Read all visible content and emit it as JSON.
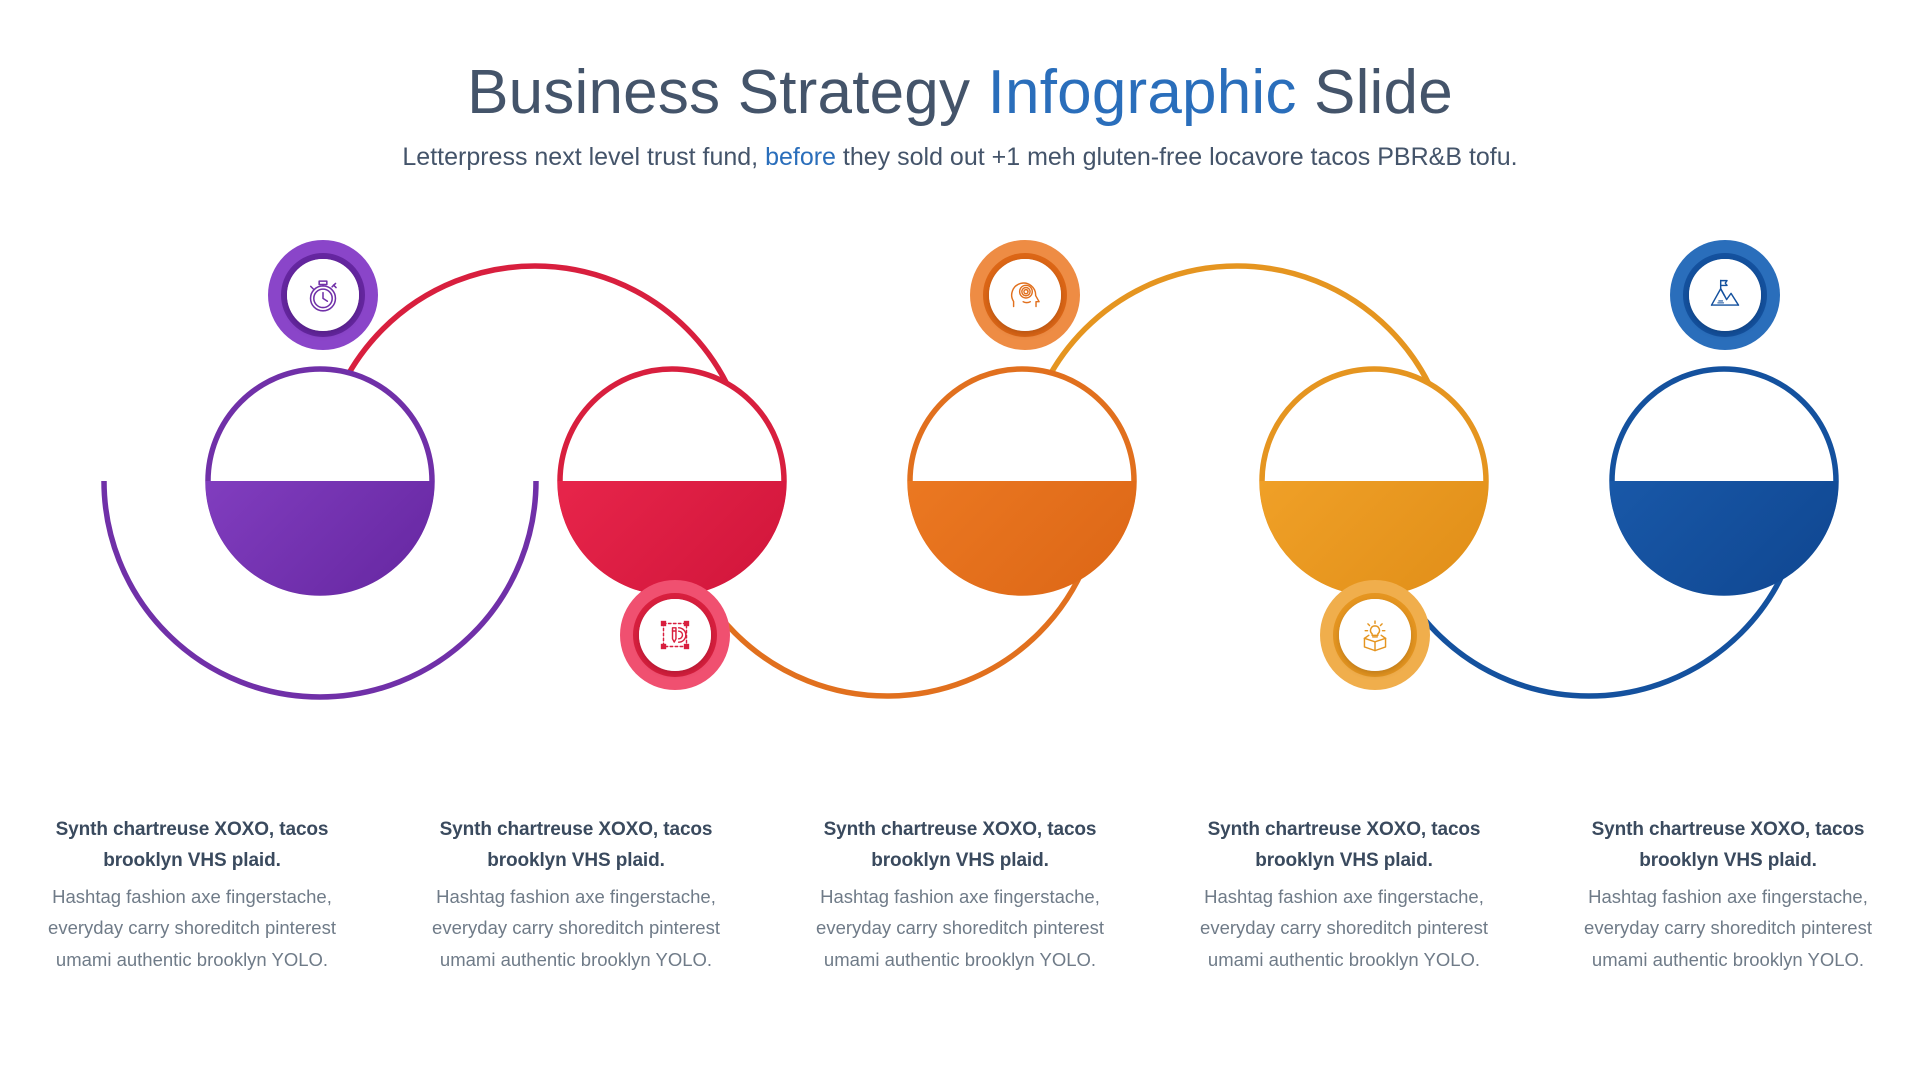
{
  "header": {
    "title_part1": "Business Strategy ",
    "title_accent": "Infographic",
    "title_part2": " Slide",
    "subtitle_part1": "Letterpress next level trust fund, ",
    "subtitle_accent": "before",
    "subtitle_part2": " they sold out +1 meh gluten-free locavore tacos PBR&B tofu."
  },
  "colors": {
    "purple": "#7030A8",
    "purple_light": "#8A45C9",
    "red": "#D81F3E",
    "red_light": "#F05070",
    "orange": "#E1701E",
    "orange_light": "#EE8C44",
    "amber": "#E59520",
    "amber_light": "#F0AE4C",
    "blue": "#14519E",
    "blue_light": "#2A6EBB",
    "text_dark": "#3a4a5e",
    "text_body": "#6f7b88",
    "heading": "#44546a",
    "accent": "#2a6ebb"
  },
  "steps": [
    {
      "id": "step-1",
      "color": "#7030A8",
      "color_light": "#8A45C9",
      "icon": "stopwatch-icon",
      "badge_position": "top",
      "title": "Synth chartreuse XOXO, tacos brooklyn VHS plaid.",
      "body": "Hashtag fashion axe fingerstache, everyday carry shoreditch pinterest umami authentic brooklyn YOLO."
    },
    {
      "id": "step-2",
      "color": "#D81F3E",
      "color_light": "#F05070",
      "icon": "design-pencil-icon",
      "badge_position": "bottom",
      "title": "Synth chartreuse XOXO, tacos brooklyn VHS plaid.",
      "body": "Hashtag fashion axe fingerstache, everyday carry shoreditch pinterest umami authentic brooklyn YOLO."
    },
    {
      "id": "step-3",
      "color": "#E1701E",
      "color_light": "#EE8C44",
      "icon": "mind-head-icon",
      "badge_position": "top",
      "title": "Synth chartreuse XOXO, tacos brooklyn VHS plaid.",
      "body": "Hashtag fashion axe fingerstache, everyday carry shoreditch pinterest umami authentic brooklyn YOLO."
    },
    {
      "id": "step-4",
      "color": "#E59520",
      "color_light": "#F0AE4C",
      "icon": "idea-box-lightbulb-icon",
      "badge_position": "bottom",
      "title": "Synth chartreuse XOXO, tacos brooklyn VHS plaid.",
      "body": "Hashtag fashion axe fingerstache, everyday carry shoreditch pinterest umami authentic brooklyn YOLO."
    },
    {
      "id": "step-5",
      "color": "#14519E",
      "color_light": "#2A6EBB",
      "icon": "mountain-flag-goal-icon",
      "badge_position": "top",
      "title": "Synth chartreuse XOXO, tacos brooklyn VHS plaid.",
      "body": "Hashtag fashion axe fingerstache, everyday carry shoreditch pinterest umami authentic brooklyn YOLO."
    }
  ]
}
